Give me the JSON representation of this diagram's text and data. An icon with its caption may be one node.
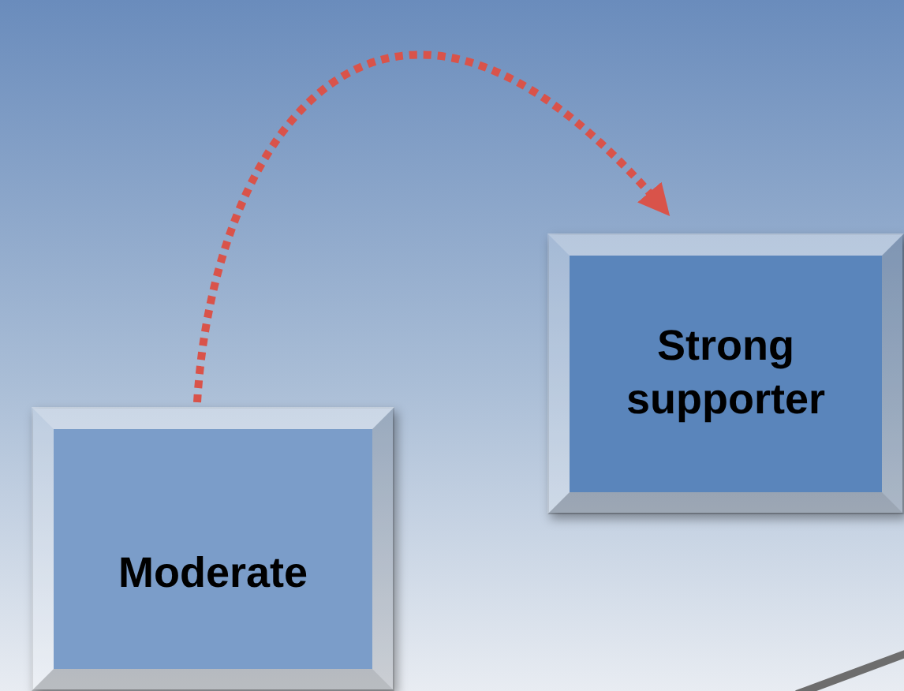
{
  "diagram": {
    "nodes": [
      {
        "text": [
          "Moderate"
        ]
      },
      {
        "text": [
          "Strong supporter"
        ]
      }
    ],
    "edges": [
      {
        "from": 0,
        "to": 1,
        "arrow": "to",
        "style": "dashed",
        "color": "#d9534a"
      }
    ]
  }
}
